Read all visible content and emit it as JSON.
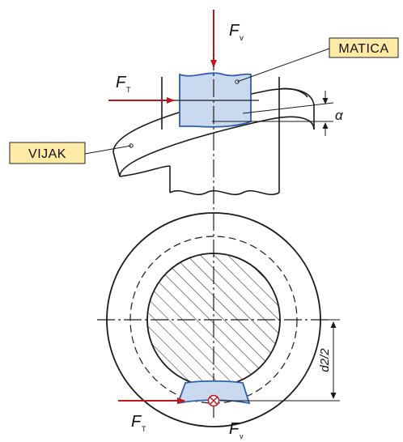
{
  "labels": {
    "matica": "MATICA",
    "vijak": "VIJAK",
    "alpha": "α",
    "d2_half": "d2/2",
    "force_symbol": "F",
    "sub_v": "v",
    "sub_t": "T"
  },
  "colors": {
    "line": "#1a1a1a",
    "force_arrow": "#c0171c",
    "nut_fill": "#c9daf0",
    "nut_stroke": "#2f5fa8",
    "callout_fill": "#ffeaa6",
    "callout_stroke": "#222222",
    "hatch": "#1a1a1a"
  }
}
